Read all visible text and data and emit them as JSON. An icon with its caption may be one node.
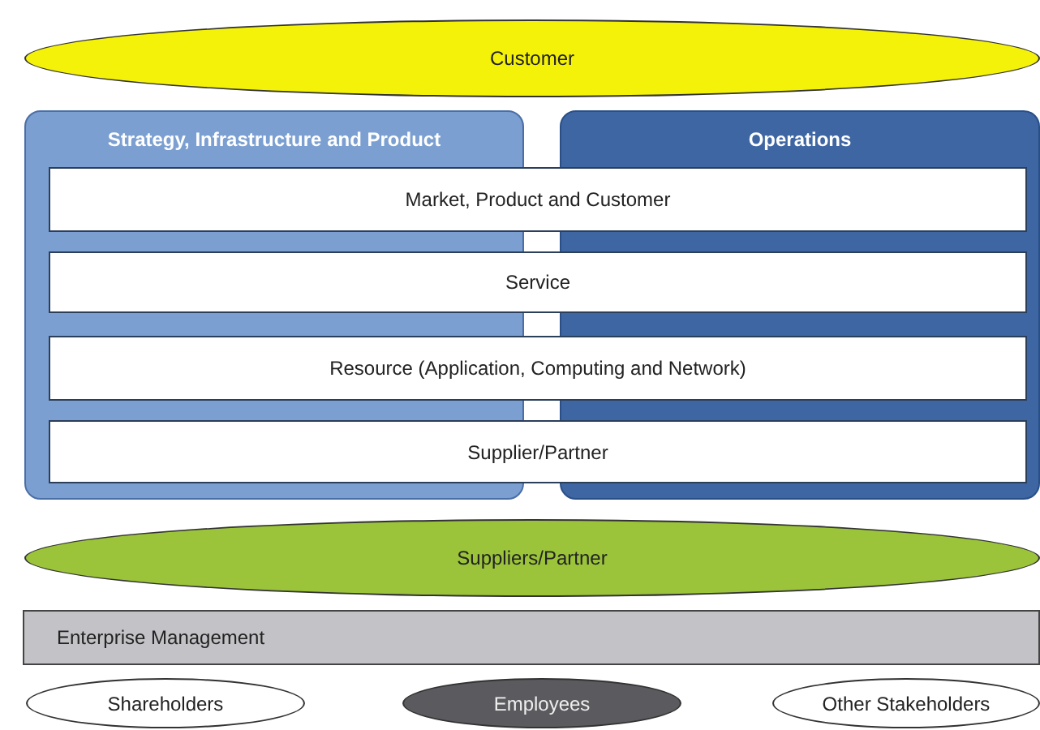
{
  "diagram": {
    "nodes": [
      {
        "text": [
          "Customer"
        ]
      },
      {
        "text": [
          "Strategy, Infrastructure and Product"
        ]
      },
      {
        "text": [
          "Operations"
        ]
      },
      {
        "text": [
          "Market, Product and Customer"
        ]
      },
      {
        "text": [
          "Service"
        ]
      },
      {
        "text": [
          "Resource (Application, Computing and Network)"
        ]
      },
      {
        "text": [
          "Supplier/Partner"
        ]
      },
      {
        "text": [
          "Suppliers/Partner"
        ]
      },
      {
        "text": [
          "Enterprise Management"
        ]
      },
      {
        "text": [
          "Shareholders"
        ]
      },
      {
        "text": [
          "Employees"
        ]
      },
      {
        "text": [
          "Other Stakeholders"
        ]
      }
    ]
  }
}
